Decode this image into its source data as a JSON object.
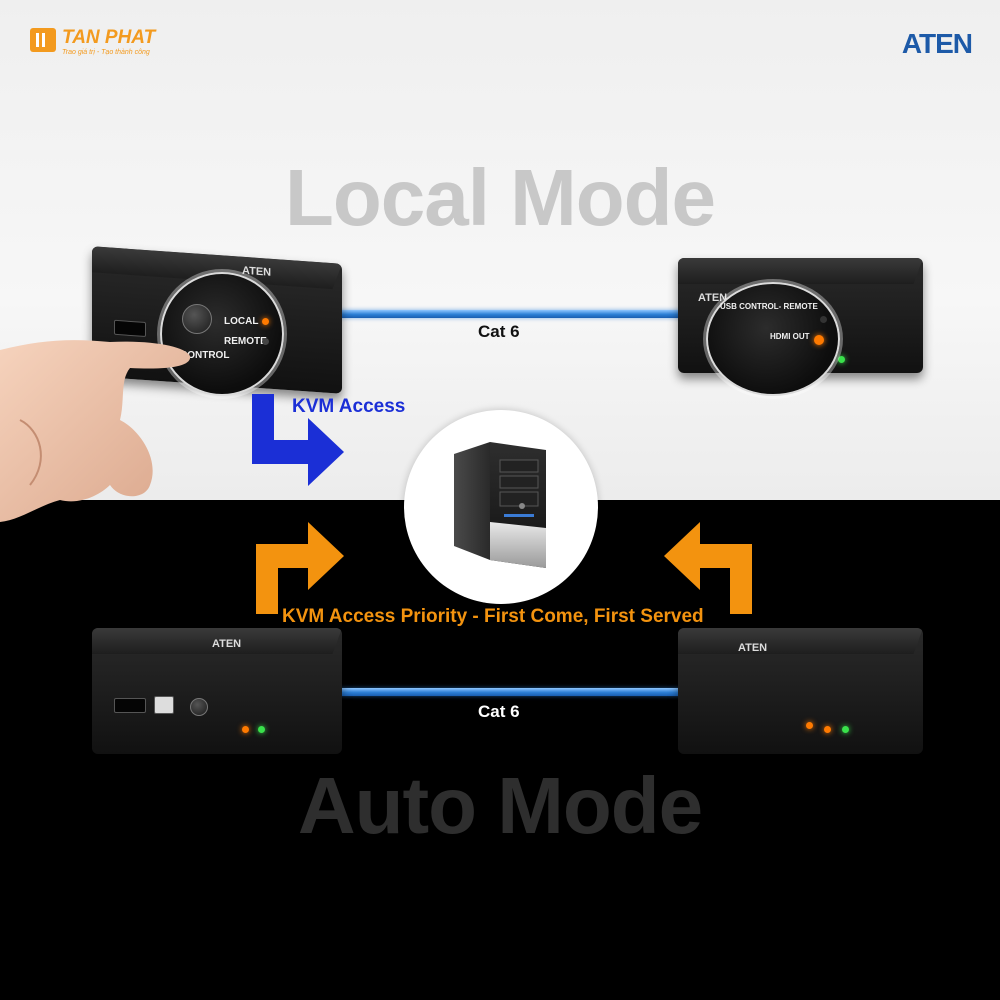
{
  "brand": {
    "tanphat_name": "TAN PHAT",
    "tanphat_slogan": "Trao giá trị - Tạo thành công",
    "aten": "ATEN"
  },
  "modes": {
    "local_title": "Local Mode",
    "auto_title": "Auto Mode"
  },
  "cables": {
    "top_label": "Cat 6",
    "bottom_label": "Cat 6"
  },
  "local_unit": {
    "brand": "ATEN",
    "local_label": "LOCAL",
    "remote_label": "REMOTE",
    "control_label": "CONTROL"
  },
  "remote_unit": {
    "brand": "ATEN",
    "usb_control_label": "USB CONTROL- REMOTE",
    "hdmi_out_label": "HDMI OUT"
  },
  "annotations": {
    "kvm_access": "KVM Access",
    "kvm_priority": "KVM Access Priority - First Come, First Served"
  },
  "colors": {
    "kvm_access_blue": "#1b2fd6",
    "priority_orange": "#f3930f",
    "cable_blue": "#2c7fd6",
    "aten_blue": "#1d5aa8",
    "tanphat_orange": "#f39a1e"
  },
  "icons": [
    "hand-icon",
    "computer-tower-icon",
    "blue-turn-arrow-icon",
    "orange-turn-arrow-icon"
  ]
}
